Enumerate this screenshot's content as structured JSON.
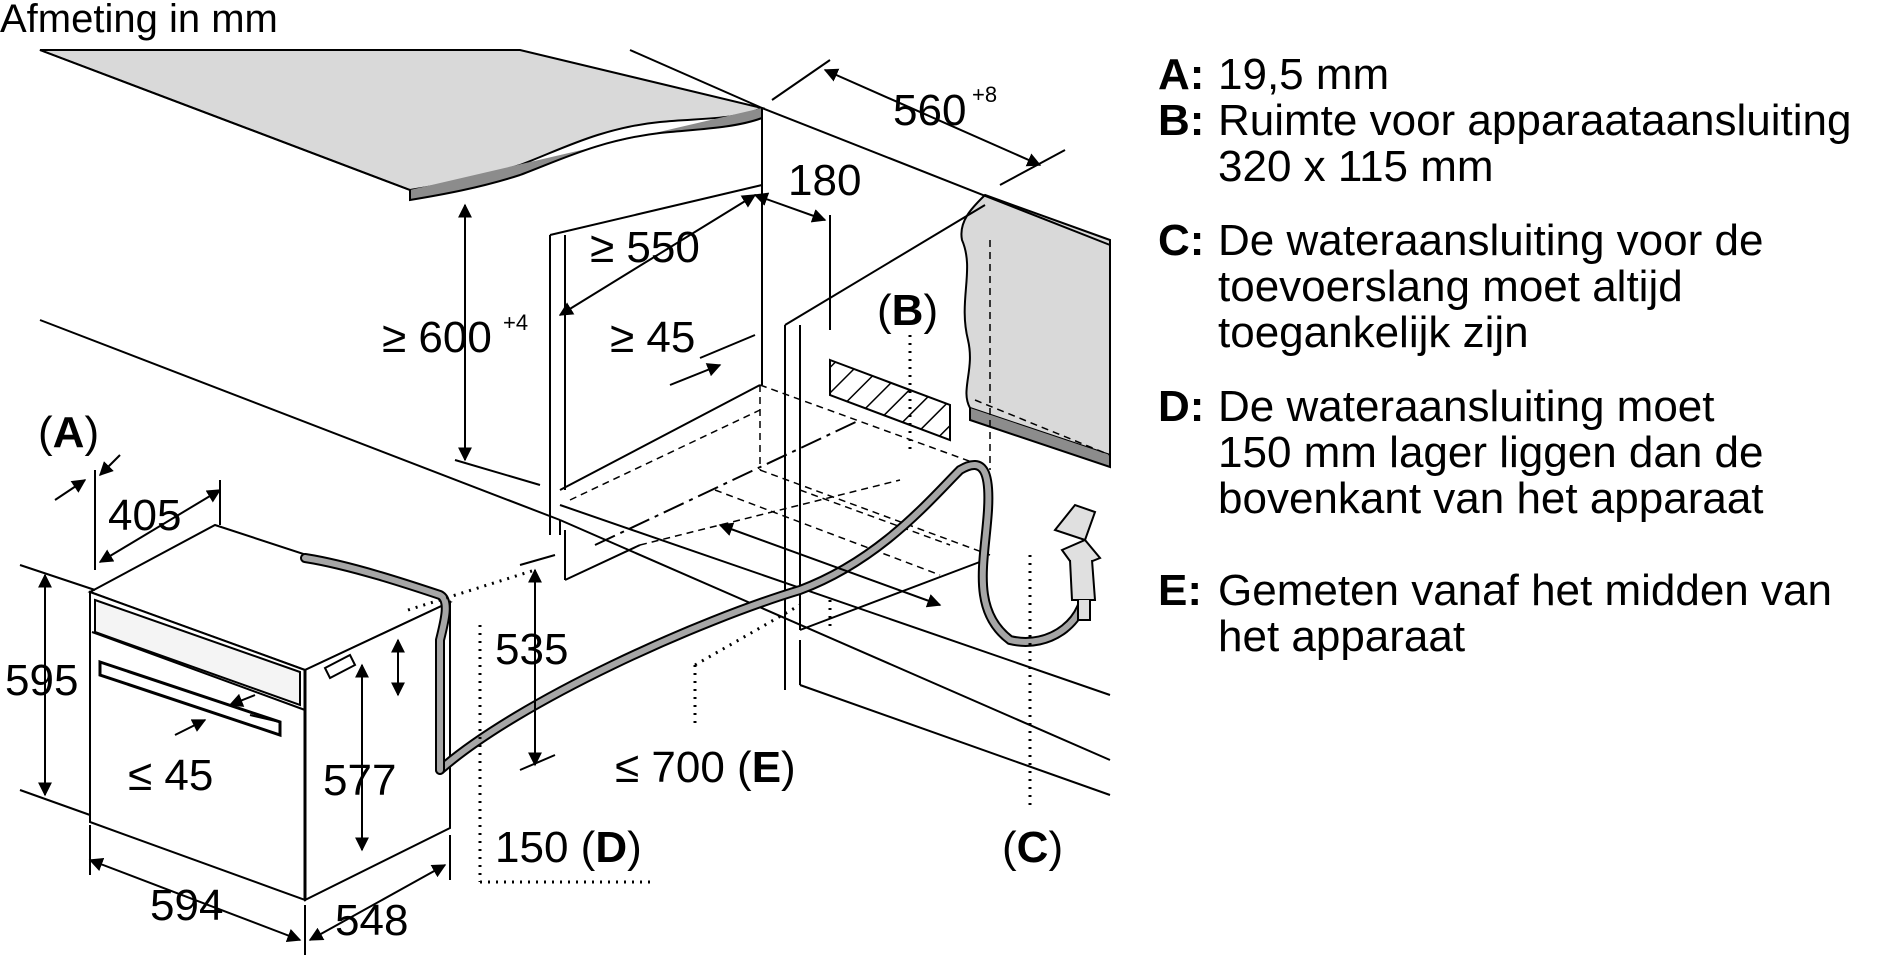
{
  "title": "Afmeting in mm",
  "labels": {
    "width_cabinet": "560",
    "width_cabinet_sup": "+8",
    "depth_180": "180",
    "min_550": "≥ 550",
    "min_600": "≥ 600",
    "min_600_sup": "+4",
    "min_45_top": "≥ 45",
    "label_A": "A",
    "dim_405": "405",
    "dim_595": "595",
    "dim_535": "535",
    "dim_577": "577",
    "max_45_door": "≤ 45",
    "dim_594": "594",
    "dim_548": "548",
    "dim_150": "150",
    "label_D": "D",
    "max_700": "≤ 700",
    "label_E": "E",
    "label_B": "B",
    "label_C": "C"
  },
  "legend": [
    {
      "key": "A:",
      "lines": [
        "19,5 mm"
      ]
    },
    {
      "key": "B:",
      "lines": [
        "Ruimte voor apparaataansluiting",
        "320 x 115 mm"
      ]
    },
    {
      "key": "C:",
      "lines": [
        "De wateraansluiting voor de",
        "toevoerslang moet altijd",
        "toegankelijk zijn"
      ]
    },
    {
      "key": "D:",
      "lines": [
        "De wateraansluiting moet",
        "150 mm lager liggen dan de",
        "bovenkant van het apparaat"
      ]
    },
    {
      "key": "E:",
      "lines": [
        "Gemeten vanaf het midden van",
        "het apparaat"
      ]
    }
  ]
}
